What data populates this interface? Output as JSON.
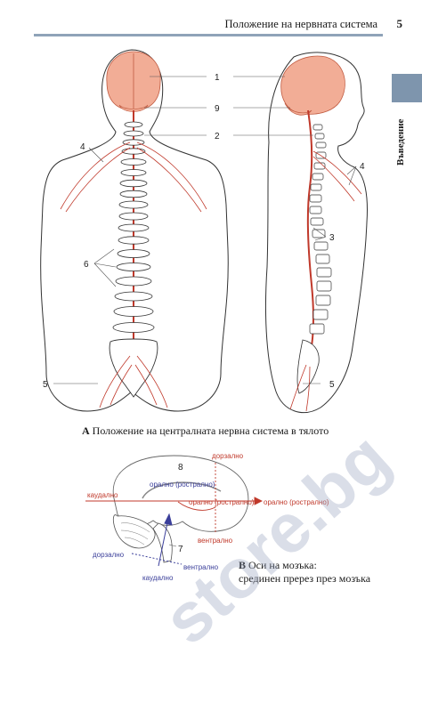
{
  "header": {
    "title": "Положение на нервната система",
    "page_number": "5"
  },
  "side_tab": {
    "label": "Въведение"
  },
  "figure_a": {
    "labels": [
      "1",
      "9",
      "2",
      "4",
      "4",
      "3",
      "6",
      "5",
      "5"
    ],
    "caption_letter": "A",
    "caption_text": "Положение на централната нервна система в тялото"
  },
  "figure_b": {
    "label_8": "8",
    "label_7": "7",
    "axis_red": {
      "top": "дорзално",
      "bottom": "вентрално",
      "left": "каудално",
      "center": "орално (рострално)",
      "right": "орално (рострално)"
    },
    "axis_blue": {
      "top": "орално (рострално)",
      "left": "дорзално",
      "right": "вентрално",
      "bottom": "каудално"
    },
    "caption_letter": "B",
    "caption_line1": "Оси на мозъка:",
    "caption_line2": "срединен пререз през мозъка"
  },
  "colors": {
    "accent_tab": "#7e95ad",
    "header_rule": "#8fa3b8",
    "nerve_red": "#c0392b",
    "brain_fill": "#f2ad96",
    "axis_blue": "#3b3f9a"
  },
  "watermark": "store.bg"
}
